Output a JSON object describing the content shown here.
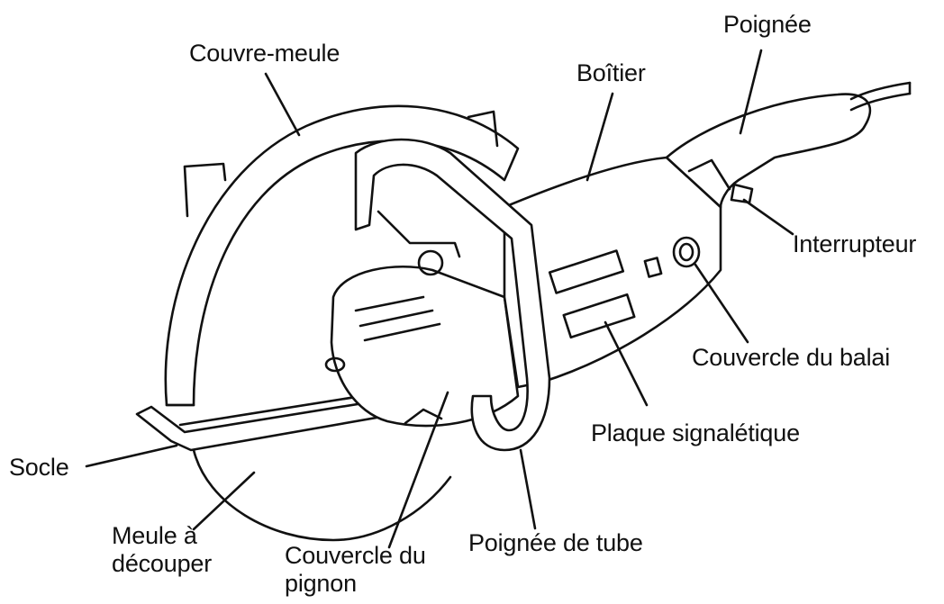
{
  "labels": {
    "couvre_meule": "Couvre-meule",
    "poignee": "Poignée",
    "boitier": "Boîtier",
    "interrupteur": "Interrupteur",
    "couvercle_balai": "Couvercle du balai",
    "plaque": "Plaque signalétique",
    "socle": "Socle",
    "meule": "Meule à\ndécouper",
    "couvercle_pignon": "Couvercle du\npignon",
    "poignee_tube": "Poignée de tube"
  }
}
